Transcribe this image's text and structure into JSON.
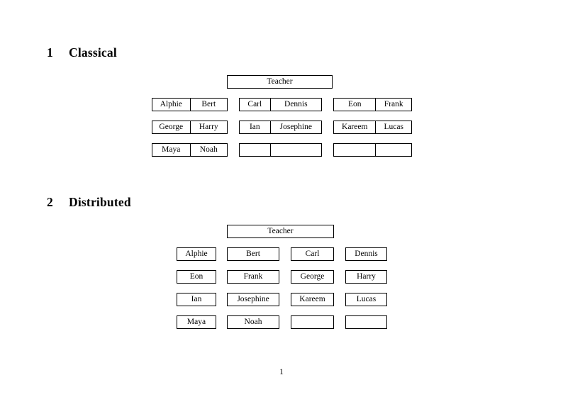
{
  "document": {
    "page_number": "1"
  },
  "sections": [
    {
      "number": "1",
      "title": "Classical",
      "teacher_label": "Teacher",
      "layout": "grouped",
      "rows": [
        {
          "groups": [
            {
              "cells": [
                "Alphie",
                "Bert"
              ]
            },
            {
              "cells": [
                "Carl",
                "Dennis"
              ]
            },
            {
              "cells": [
                "Eon",
                "Frank"
              ]
            }
          ]
        },
        {
          "groups": [
            {
              "cells": [
                "George",
                "Harry"
              ]
            },
            {
              "cells": [
                "Ian",
                "Josephine"
              ]
            },
            {
              "cells": [
                "Kareem",
                "Lucas"
              ]
            }
          ]
        },
        {
          "groups": [
            {
              "cells": [
                "Maya",
                "Noah"
              ]
            },
            {
              "cells": [
                "",
                ""
              ]
            },
            {
              "cells": [
                "",
                ""
              ]
            }
          ]
        }
      ]
    },
    {
      "number": "2",
      "title": "Distributed",
      "teacher_label": "Teacher",
      "layout": "individual",
      "rows": [
        {
          "cells": [
            "Alphie",
            "Bert",
            "Carl",
            "Dennis"
          ]
        },
        {
          "cells": [
            "Eon",
            "Frank",
            "George",
            "Harry"
          ]
        },
        {
          "cells": [
            "Ian",
            "Josephine",
            "Kareem",
            "Lucas"
          ]
        },
        {
          "cells": [
            "Maya",
            "Noah",
            "",
            ""
          ]
        }
      ]
    }
  ]
}
